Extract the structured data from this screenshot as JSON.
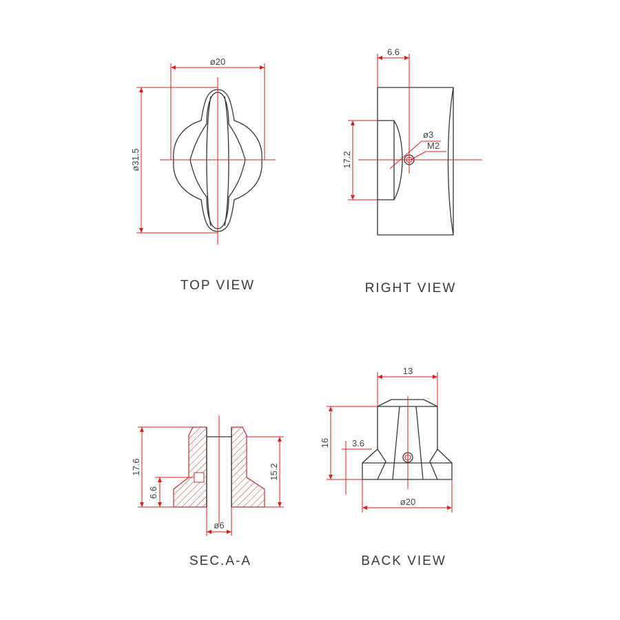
{
  "colors": {
    "outline": "#333333",
    "dimension": "#e01e1e",
    "hatch": "#c03030",
    "background": "#ffffff"
  },
  "views": {
    "top": {
      "title": "TOP VIEW",
      "dims": {
        "diameter_width": "ø20",
        "diameter_height": "ø31.5"
      }
    },
    "right": {
      "title": "RIGHT  VIEW",
      "dims": {
        "width_top": "6.6",
        "height": "17.2",
        "hole": "ø3",
        "thread": "M2"
      }
    },
    "section": {
      "title": "SEC.A-A",
      "dims": {
        "total_height": "17.6",
        "bore_depth": "15.2",
        "flange": "6.6",
        "bore_diameter": "ø6"
      }
    },
    "back": {
      "title": "BACK  VIEW",
      "dims": {
        "top_width": "13",
        "height": "16",
        "offset": "3.6",
        "base_diameter": "ø20"
      }
    }
  }
}
